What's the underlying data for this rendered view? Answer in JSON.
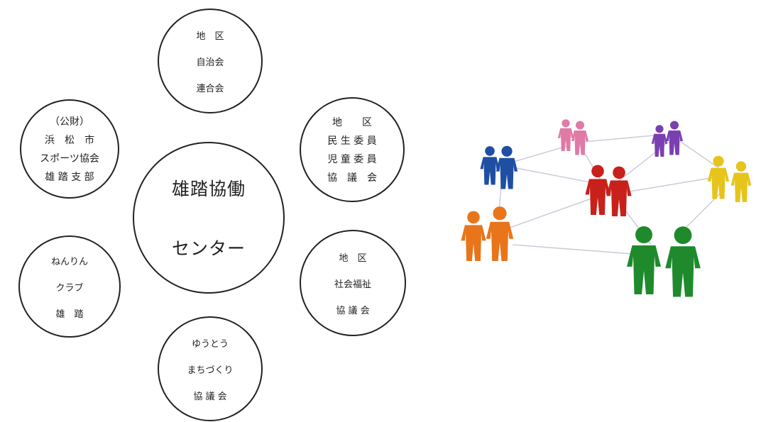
{
  "center": {
    "lines": [
      "雄踏協働",
      "センター"
    ]
  },
  "satellites": [
    {
      "id": "top",
      "lines": [
        "地　区",
        "自治会",
        "連合会"
      ]
    },
    {
      "id": "upper-left",
      "lines": [
        "（公財）",
        "浜　松　市",
        "スポーツ協会",
        "雄 踏 支 部"
      ]
    },
    {
      "id": "upper-right",
      "lines": [
        "地　　区",
        "民 生 委 員",
        "児 童 委 員",
        "協　議　会"
      ]
    },
    {
      "id": "lower-left",
      "lines": [
        "ねんりん",
        "クラブ",
        "雄　踏"
      ]
    },
    {
      "id": "lower-right",
      "lines": [
        "地　区",
        "社会福祉",
        "協 議 会"
      ]
    },
    {
      "id": "bottom",
      "lines": [
        "ゆうとう",
        "まちづくり",
        "協 議 会"
      ]
    }
  ],
  "network_image": {
    "groups": [
      {
        "name": "blue",
        "color": "#1f4fa3"
      },
      {
        "name": "pink",
        "color": "#e07aa7"
      },
      {
        "name": "purple",
        "color": "#7a3fb0"
      },
      {
        "name": "yellow",
        "color": "#e6c41c"
      },
      {
        "name": "red",
        "color": "#c8201a"
      },
      {
        "name": "orange",
        "color": "#e8751a"
      },
      {
        "name": "green",
        "color": "#1f8a2c"
      }
    ]
  }
}
